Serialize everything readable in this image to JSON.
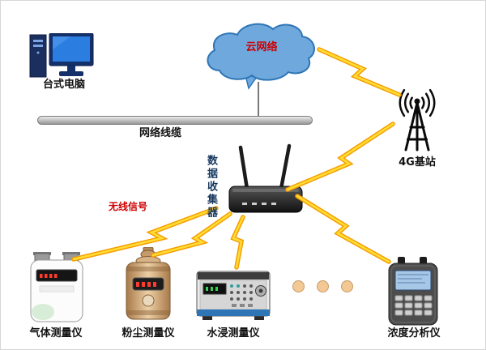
{
  "diagram": {
    "desktop_label": "台式电脑",
    "cloud_label": "云网络",
    "cable_label": "网络线缆",
    "station_label": "4G基站",
    "collector_label": "数据收集器",
    "wireless_label": "无线信号",
    "devices": [
      {
        "id": "gas",
        "label": "气体测量仪"
      },
      {
        "id": "dust",
        "label": "粉尘测量仪"
      },
      {
        "id": "water",
        "label": "水浸测量仪"
      },
      {
        "id": "analyzer",
        "label": "浓度分析仪"
      }
    ]
  },
  "colors": {
    "bolt-fill": "#FFDD33",
    "bolt-edge": "#F59B00",
    "cloud-fill": "#6FA8DC",
    "cloud-edge": "#2E75B6",
    "label-red": "#CC0000",
    "collector-color": "#17375E",
    "dot-fill": "#F2C894"
  }
}
